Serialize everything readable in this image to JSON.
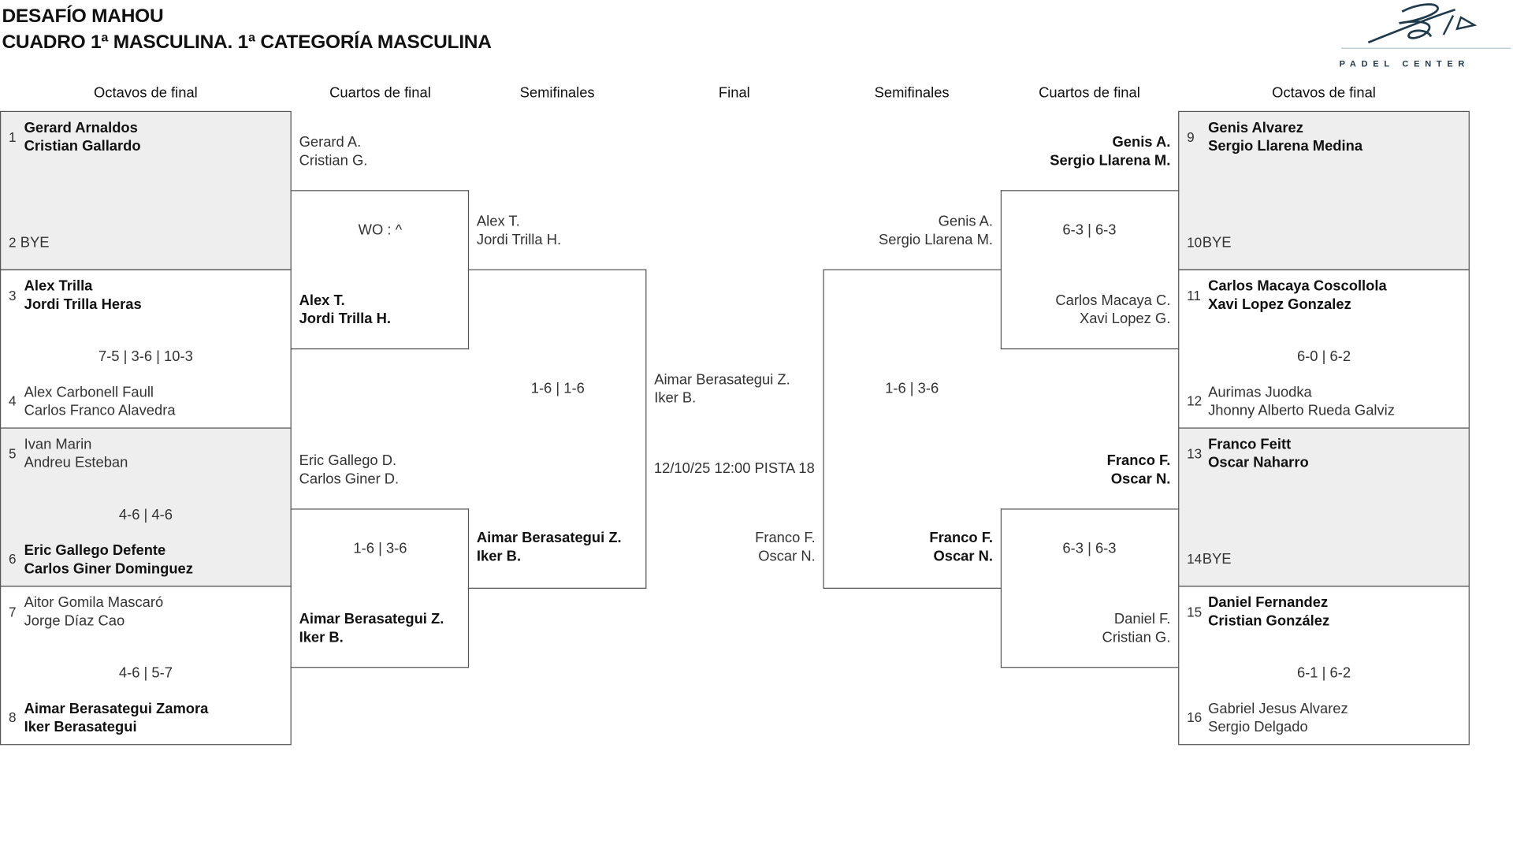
{
  "header": {
    "title_line1": "DESAFÍO MAHOU",
    "title_line2": "CUADRO 1ª MASCULINA. 1ª CATEGORÍA MASCULINA"
  },
  "logo": {
    "text": "PADEL CENTER",
    "color": "#1f3a4d"
  },
  "columns": [
    "Octavos de final",
    "Cuartos de final",
    "Semifinales",
    "Final",
    "Semifinales",
    "Cuartos de final",
    "Octavos de final"
  ],
  "left_octavos": [
    {
      "top": {
        "seed": "1",
        "names": [
          "Gerard Arnaldos",
          "Cristian Gallardo"
        ],
        "winner": true
      },
      "bottom": {
        "seed": "2",
        "names": [
          "BYE",
          ""
        ],
        "winner": false
      },
      "score": "",
      "shaded": true
    },
    {
      "top": {
        "seed": "3",
        "names": [
          "Alex Trilla",
          "Jordi Trilla Heras"
        ],
        "winner": true
      },
      "bottom": {
        "seed": "4",
        "names": [
          "Alex Carbonell Faull",
          "Carlos Franco Alavedra"
        ],
        "winner": false
      },
      "score": "7-5 | 3-6 | 10-3",
      "shaded": false
    },
    {
      "top": {
        "seed": "5",
        "names": [
          "Ivan Marin",
          "Andreu Esteban"
        ],
        "winner": false
      },
      "bottom": {
        "seed": "6",
        "names": [
          "Eric Gallego Defente",
          "Carlos Giner Dominguez"
        ],
        "winner": true
      },
      "score": "4-6 | 4-6",
      "shaded": true
    },
    {
      "top": {
        "seed": "7",
        "names": [
          "Aitor Gomila Mascaró",
          "Jorge Díaz Cao"
        ],
        "winner": false
      },
      "bottom": {
        "seed": "8",
        "names": [
          "Aimar Berasategui Zamora",
          "Iker Berasategui"
        ],
        "winner": true
      },
      "score": "4-6 | 5-7",
      "shaded": false
    }
  ],
  "right_octavos": [
    {
      "top": {
        "seed": "9",
        "names": [
          "Genis Alvarez",
          "Sergio Llarena Medina"
        ],
        "winner": true
      },
      "bottom": {
        "seed": "10",
        "names": [
          "BYE",
          ""
        ],
        "winner": false
      },
      "score": "",
      "shaded": true
    },
    {
      "top": {
        "seed": "11",
        "names": [
          "Carlos Macaya Coscollola",
          "Xavi Lopez Gonzalez"
        ],
        "winner": true
      },
      "bottom": {
        "seed": "12",
        "names": [
          "Aurimas Juodka",
          "Jhonny Alberto Rueda Galviz"
        ],
        "winner": false
      },
      "score": "6-0 | 6-2",
      "shaded": false
    },
    {
      "top": {
        "seed": "13",
        "names": [
          "Franco Feitt",
          "Oscar Naharro"
        ],
        "winner": true
      },
      "bottom": {
        "seed": "14",
        "names": [
          "BYE",
          ""
        ],
        "winner": false
      },
      "score": "",
      "shaded": true
    },
    {
      "top": {
        "seed": "15",
        "names": [
          "Daniel Fernandez",
          "Cristian González"
        ],
        "winner": true
      },
      "bottom": {
        "seed": "16",
        "names": [
          "Gabriel Jesus Alvarez",
          "Sergio Delgado"
        ],
        "winner": false
      },
      "score": "6-1 | 6-2",
      "shaded": false
    }
  ],
  "left_cuartos": [
    {
      "top": {
        "names": [
          "Gerard A.",
          "Cristian G."
        ],
        "winner": false
      },
      "bottom": {
        "names": [
          "Alex T.",
          "Jordi Trilla H."
        ],
        "winner": true
      },
      "score": "WO : ^"
    },
    {
      "top": {
        "names": [
          "Eric Gallego D.",
          "Carlos Giner D."
        ],
        "winner": false
      },
      "bottom": {
        "names": [
          "Aimar Berasategui Z.",
          "Iker B."
        ],
        "winner": true
      },
      "score": "1-6 | 3-6"
    }
  ],
  "right_cuartos": [
    {
      "top": {
        "names": [
          "Genis A.",
          "Sergio Llarena M."
        ],
        "winner": true
      },
      "bottom": {
        "names": [
          "Carlos Macaya C.",
          "Xavi Lopez G."
        ],
        "winner": false
      },
      "score": "6-3 | 6-3"
    },
    {
      "top": {
        "names": [
          "Franco F.",
          "Oscar N."
        ],
        "winner": true
      },
      "bottom": {
        "names": [
          "Daniel F.",
          "Cristian G."
        ],
        "winner": false
      },
      "score": "6-3 | 6-3"
    }
  ],
  "left_semi": {
    "top": {
      "names": [
        "Alex T.",
        "Jordi Trilla H."
      ],
      "winner": false
    },
    "bottom": {
      "names": [
        "Aimar Berasategui Z.",
        "Iker B."
      ],
      "winner": true
    },
    "score": "1-6 | 1-6"
  },
  "right_semi": {
    "top": {
      "names": [
        "Genis A.",
        "Sergio Llarena M."
      ],
      "winner": false
    },
    "bottom": {
      "names": [
        "Franco F.",
        "Oscar N."
      ],
      "winner": true
    },
    "score": "1-6 | 3-6"
  },
  "final": {
    "top": {
      "names": [
        "Aimar Berasategui Z.",
        "Iker B."
      ]
    },
    "bottom": {
      "names": [
        "Franco F.",
        "Oscar N."
      ]
    },
    "schedule": "12/10/25 12:00 PISTA 18"
  }
}
